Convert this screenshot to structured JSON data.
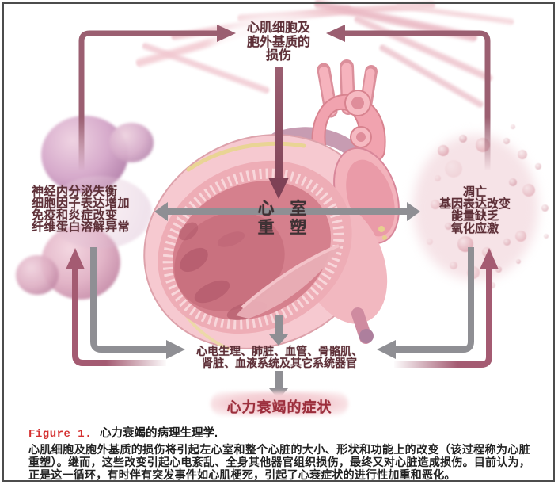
{
  "figure": {
    "top_node": [
      "心肌细胞及",
      "胞外基质的",
      "损伤"
    ],
    "left_node": [
      "神经内分泌失衡",
      "细胞因子表达增加",
      "免疫和炎症改变",
      "纤维蛋白溶解异常"
    ],
    "right_node": [
      "凋亡",
      "基因表达改变",
      "能量缺乏",
      "氧化应激"
    ],
    "center_node": [
      "心 室",
      "重 塑"
    ],
    "organs_node": [
      "心电生理、肺脏、血管、骨骼肌、",
      "肾脏、血液系统及其它系统器官"
    ],
    "symptoms_label": "心力衰竭的症状",
    "colors": {
      "maroon_arrow": "#9b5f71",
      "maroon_arrow_strong": "#a45b72",
      "gray_arrow": "#8f8f94",
      "node_text": "#5e3038",
      "center_text": "#3e3134",
      "symptoms_text": "#9c2e3c",
      "symptoms_pill": "#f2c3ca"
    }
  },
  "caption": {
    "figure_label": "Figure 1.",
    "title": "心力衰竭的病理生理学.",
    "body": "心肌细胞及胞外基质的损伤将引起左心室和整个心脏的大小、形状和功能上的改变（该过程称为心脏重塑）。继而，这些改变引起心电紊乱、全身其他器官组织损伤，最终又对心脏造成损伤。目前认为，正是这一循环，有时伴有突发事件如心肌梗死，引起了心衰症状的进行性加重和恶化。"
  }
}
